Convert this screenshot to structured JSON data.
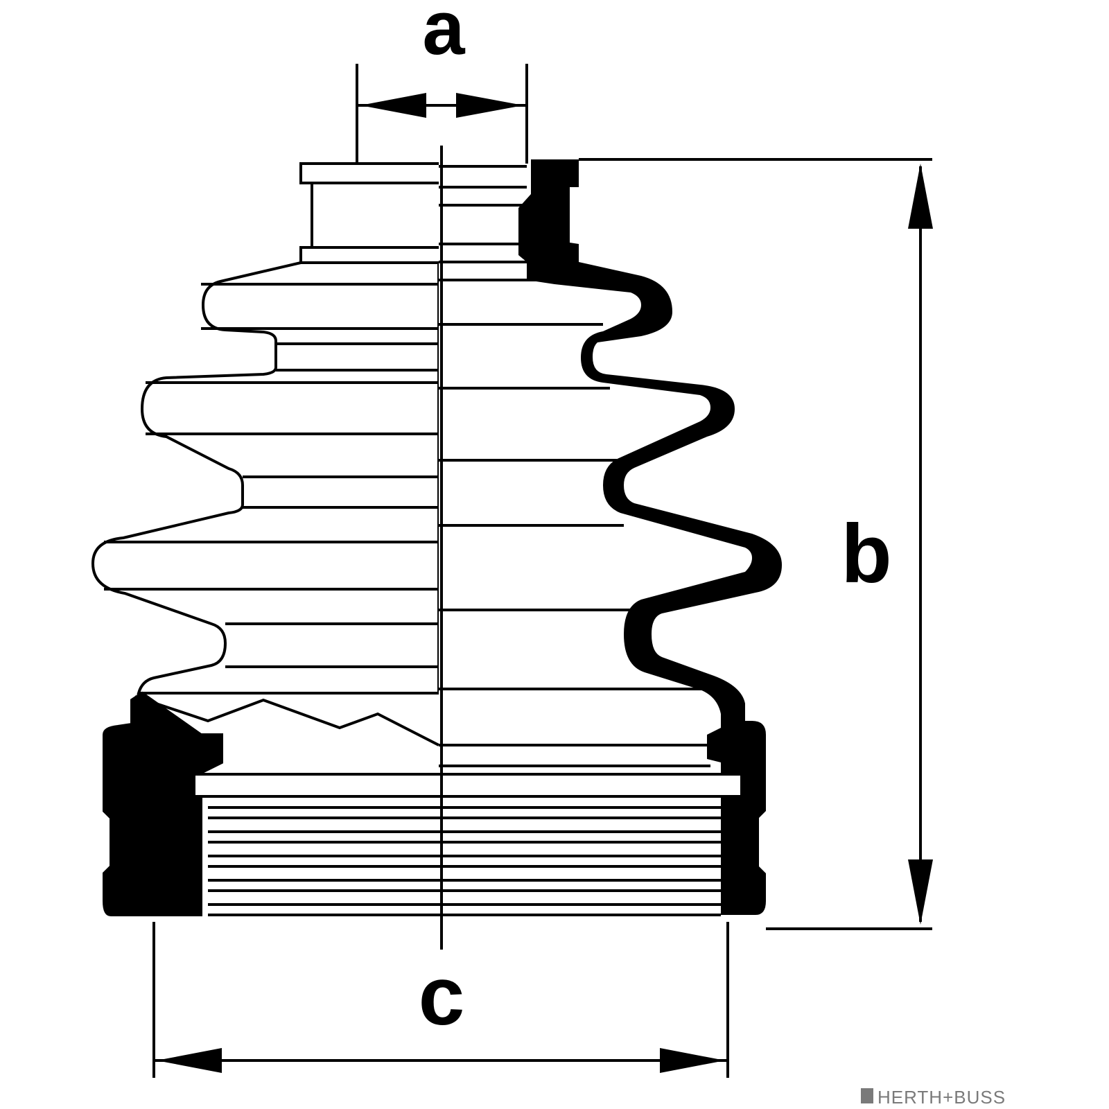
{
  "labels": {
    "a": "a",
    "b": "b",
    "c": "c"
  },
  "brand": "HERTH+BUSS",
  "colors": {
    "ink": "#000000",
    "paper": "#ffffff",
    "brand": "#7a7a7a"
  }
}
